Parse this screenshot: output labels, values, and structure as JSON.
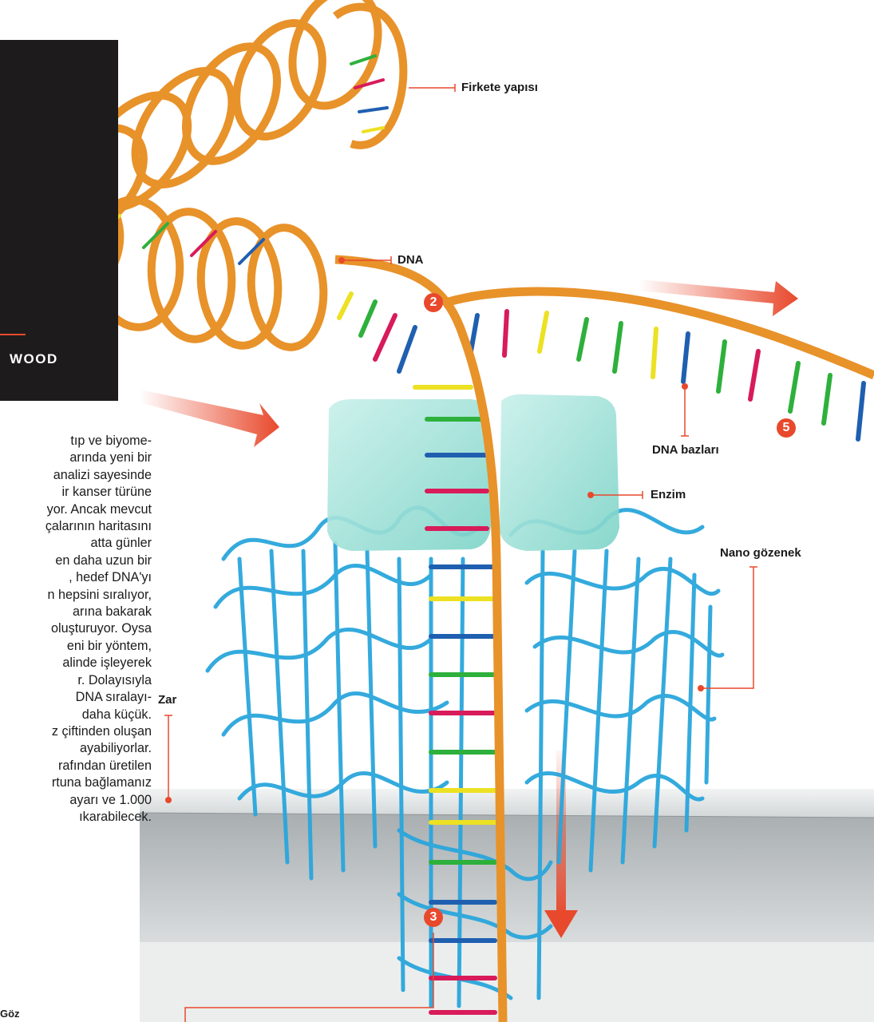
{
  "sidebar_box": {
    "author_fragment": "WOOD"
  },
  "article_lines": [
    "tıp ve biyome-",
    "arında yeni bir",
    "analizi sayesinde",
    "ir kanser türüne",
    "yor. Ancak mevcut",
    "çalarının haritasını",
    "atta günler",
    "en daha uzun bir",
    ", hedef DNA'yı",
    "n hepsini sıralıyor,",
    "arına bakarak",
    "oluşturuyor. Oysa",
    "eni bir yöntem,",
    "alinde işleyerek",
    "r. Dolayısıyla",
    "DNA sıralayı-",
    "daha küçük.",
    "z çiftinden oluşan",
    "ayabiliyorlar.",
    "rafından üretilen",
    "rtuna bağlamanız",
    "ayarı ve 1.000",
    "ıkarabilecek."
  ],
  "labels": {
    "firkete": "Firkete yapısı",
    "dna": "DNA",
    "dna_bases": "DNA bazları",
    "enzyme": "Enzim",
    "nanopore": "Nano gözenek",
    "membrane": "Zar",
    "bottom_fragment": "Göz"
  },
  "badges": {
    "step2": "2",
    "step3": "3",
    "step5": "5"
  },
  "colors": {
    "accent": "#e8492c",
    "dna_backbone": "#e8922a",
    "enzyme": "#9fe0d8",
    "pore": "#2aa6dc",
    "base_red": "#d81b5a",
    "base_green": "#2eb03c",
    "base_blue": "#1f5fb0",
    "base_yellow": "#ece122"
  }
}
